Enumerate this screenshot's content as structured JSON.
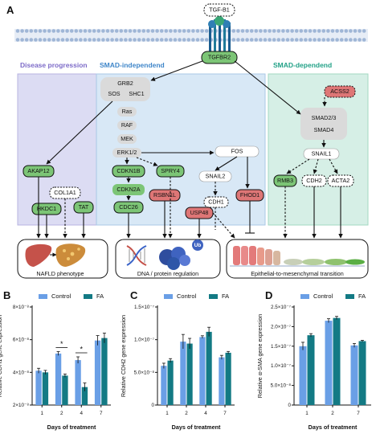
{
  "colors": {
    "control": "#6a9fe6",
    "fa": "#137a84",
    "green_node": "#7cc576",
    "red_node": "#de7676",
    "gray_node": "#dadada",
    "disease_box": "#dcdcf3",
    "smad_ind_box": "#d8e8f6",
    "smad_dep_box": "#d6efe6"
  },
  "panel_a": {
    "letter": "A",
    "ligand": "TGF-B1",
    "receptor": "TGFBR2",
    "sections": {
      "disease": "Disease progression",
      "smad_independent": "SMAD-independend",
      "smad_dependent": "SMAD-dependend"
    },
    "nodes": {
      "grb2": "GRB2",
      "sos": "SOS",
      "shc1": "SHC1",
      "ras": "Ras",
      "raf": "RAF",
      "mek": "MEK",
      "erk": "ERK1/2",
      "fos": "FOS",
      "snail2": "SNAIL2",
      "cdh1": "CDH1",
      "fhod1": "FHOD1",
      "usp48": "USP48",
      "cdkn1b": "CDKN1B",
      "cdkn2a": "CDKN2A",
      "cdc26": "CDC26",
      "spry4": "SPRY4",
      "rsbn1l": "RSBN1L",
      "akap12": "AKAP12",
      "col1a1": "COL1A1",
      "hkdc1": "HKDC1",
      "tat": "TAT",
      "acss2": "ACSS2",
      "smad23": "SMAD2/3",
      "smad4": "SMAD4",
      "snail1": "SNAIL1",
      "rmb3": "RMB3",
      "cdh2": "CDH2",
      "acta2": "ACTA2"
    },
    "outcomes": {
      "nafld": "NAFLD phenotype",
      "dna": "DNA / protein regulation",
      "emt": "Epithelial-to-mesenchymal transition",
      "ub": "Ub"
    }
  },
  "legend": {
    "control": "Control",
    "fa": "FA"
  },
  "chart_data": [
    {
      "type": "bar",
      "letter": "B",
      "categories": [
        "1",
        "2",
        "4",
        "7"
      ],
      "series": [
        {
          "name": "Control",
          "values": [
            4.1e-08,
            5.15e-08,
            4.75e-08,
            5.95e-08
          ],
          "errors": [
            1.5e-09,
            1.2e-09,
            2e-09,
            3e-09
          ]
        },
        {
          "name": "FA",
          "values": [
            4e-08,
            3.8e-08,
            3.1e-08,
            6.1e-08
          ],
          "errors": [
            1.2e-09,
            1e-09,
            2.5e-09,
            3e-09
          ]
        }
      ],
      "significance": [
        {
          "category": "2",
          "label": "*"
        },
        {
          "category": "4",
          "label": "*"
        }
      ],
      "ylabel": "Relative CDH1 gene expression",
      "xlabel": "Days of treatment",
      "ylim": [
        2e-08,
        8e-08
      ],
      "yticks": [
        {
          "value": 2e-08,
          "label": "2×10⁻⁸"
        },
        {
          "value": 4e-08,
          "label": "4×10⁻⁸"
        },
        {
          "value": 6e-08,
          "label": "6×10⁻⁸"
        },
        {
          "value": 8e-08,
          "label": "8×10⁻⁸"
        }
      ]
    },
    {
      "type": "bar",
      "letter": "C",
      "categories": [
        "1",
        "2",
        "4",
        "7"
      ],
      "series": [
        {
          "name": "Control",
          "values": [
            6e-08,
            9.7e-08,
            1.04e-07,
            7.3e-08
          ],
          "errors": [
            4e-09,
            1.1e-08,
            2e-09,
            3e-09
          ]
        },
        {
          "name": "FA",
          "values": [
            6.8e-08,
            9.4e-08,
            1.12e-07,
            8e-08
          ],
          "errors": [
            3e-09,
            8e-09,
            7e-09,
            2e-09
          ]
        }
      ],
      "ylabel": "Relative CDH2 gene expression",
      "xlabel": "Days of treatment",
      "ylim": [
        0,
        1.5e-07
      ],
      "yticks": [
        {
          "value": 0,
          "label": "0"
        },
        {
          "value": 5e-08,
          "label": "5.0×10⁻⁸"
        },
        {
          "value": 1e-07,
          "label": "1.0×10⁻⁷"
        },
        {
          "value": 1.5e-07,
          "label": "1.5×10⁻⁷"
        }
      ]
    },
    {
      "type": "bar",
      "letter": "D",
      "categories": [
        "1",
        "2",
        "7"
      ],
      "series": [
        {
          "name": "Control",
          "values": [
            1.5e-07,
            2.15e-07,
            1.52e-07
          ],
          "errors": [
            1e-08,
            5e-09,
            5e-09
          ]
        },
        {
          "name": "FA",
          "values": [
            1.78e-07,
            2.22e-07,
            1.63e-07
          ],
          "errors": [
            4e-09,
            4e-09,
            2e-09
          ]
        }
      ],
      "ylabel": "Relative α-SMA gene expression",
      "xlabel": "Days of treatment",
      "ylim": [
        0,
        2.5e-07
      ],
      "yticks": [
        {
          "value": 0,
          "label": "0"
        },
        {
          "value": 5e-08,
          "label": "5.0×10⁻⁸"
        },
        {
          "value": 1e-07,
          "label": "1.0×10⁻⁷"
        },
        {
          "value": 1.5e-07,
          "label": "1.5×10⁻⁷"
        },
        {
          "value": 2e-07,
          "label": "2.0×10⁻⁷"
        },
        {
          "value": 2.5e-07,
          "label": "2.5×10⁻⁷"
        }
      ]
    }
  ]
}
